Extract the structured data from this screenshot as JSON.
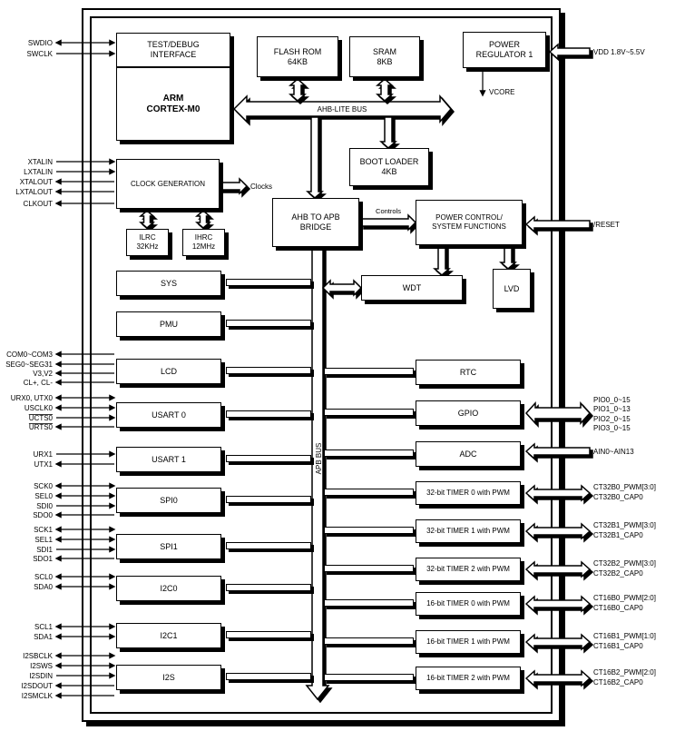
{
  "blocks": {
    "test_debug": "TEST/DEBUG\nINTERFACE",
    "arm": "ARM\nCORTEX-M0",
    "flash": "FLASH ROM\n64KB",
    "sram": "SRAM\n8KB",
    "power_regulator": "POWER\nREGULATOR 1",
    "boot_loader": "BOOT LOADER\n4KB",
    "clock_generation": "CLOCK GENERATION",
    "ilrc": "ILRC\n32KHz",
    "ihrc": "IHRC\n12MHz",
    "ahb_apb_bridge": "AHB TO APB\nBRIDGE",
    "power_control": "POWER CONTROL/\nSYSTEM FUNCTIONS",
    "wdt": "WDT",
    "lvd": "LVD",
    "sys": "SYS",
    "pmu": "PMU",
    "lcd": "LCD",
    "usart0": "USART 0",
    "usart1": "USART 1",
    "spi0": "SPI0",
    "spi1": "SPI1",
    "i2c0": "I2C0",
    "i2c1": "I2C1",
    "i2s": "I2S",
    "rtc": "RTC",
    "gpio": "GPIO",
    "adc": "ADC",
    "timer32_0": "32-bit TIMER 0 with PWM",
    "timer32_1": "32-bit TIMER 1 with PWM",
    "timer32_2": "32-bit TIMER 2 with PWM",
    "timer16_0": "16-bit TIMER 0 with PWM",
    "timer16_1": "16-bit TIMER 1 with PWM",
    "timer16_2": "16-bit TIMER 2 with PWM"
  },
  "labels": {
    "ahb_bus": "AHB-LITE BUS",
    "apb_bus": "APB BUS",
    "clocks": "Clocks",
    "controls": "Controls",
    "vcore": "VCORE"
  },
  "pins_left": [
    "SWDIO",
    "SWCLK",
    "XTALIN",
    "LXTALIN",
    "XTALOUT",
    "LXTALOUT",
    "CLKOUT",
    "COM0~COM3",
    "SEG0~SEG31",
    "V3,V2",
    "CL+, CL-",
    "URX0, UTX0",
    "USCLK0",
    "UCTS0",
    "URTS0",
    "URX1",
    "UTX1",
    "SCK0",
    "SEL0",
    "SDI0",
    "SDO0",
    "SCK1",
    "SEL1",
    "SDI1",
    "SDO1",
    "SCL0",
    "SDA0",
    "SCL1",
    "SDA1",
    "I2SBCLK",
    "I2SWS",
    "I2SDIN",
    "I2SDOUT",
    "I2SMCLK"
  ],
  "pins_right": [
    "VDD 1.8V~5.5V",
    "/RESET",
    "PIO0_0~15",
    "PIO1_0~13",
    "PIO2_0~15",
    "PIO3_0~15",
    "AIN0~AIN13",
    "CT32B0_PWM[3:0]",
    "CT32B0_CAP0",
    "CT32B1_PWM[3:0]",
    "CT32B1_CAP0",
    "CT32B2_PWM[3:0]",
    "CT32B2_CAP0",
    "CT16B0_PWM[2:0]",
    "CT16B0_CAP0",
    "CT16B1_PWM[1:0]",
    "CT16B1_CAP0",
    "CT16B2_PWM[2:0]",
    "CT16B2_CAP0"
  ]
}
